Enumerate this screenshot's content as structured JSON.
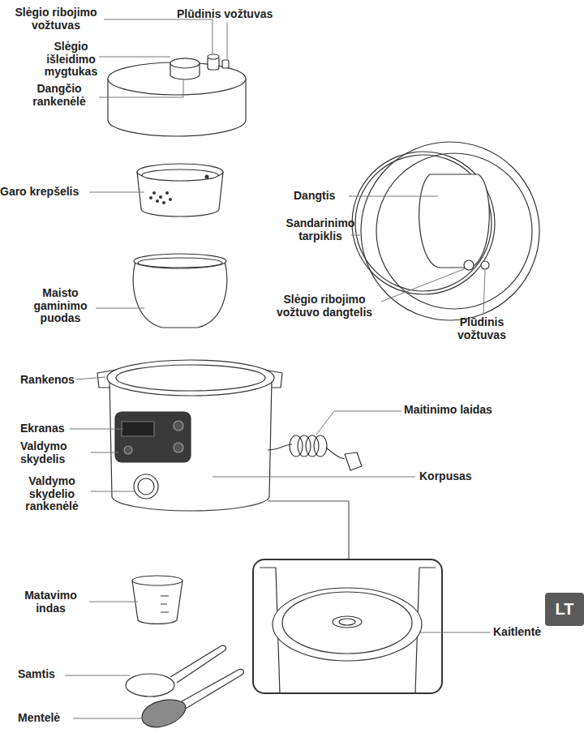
{
  "diagram": {
    "nodes": [
      {
        "text": [
          "LT"
        ]
      }
    ],
    "labels": [
      "Slėgio ribojimo vožtuvas",
      "Plūdinis vožtuvas",
      "Slėgio išleidimo mygtukas",
      "Dangčio rankenėlė",
      "Garo krepšelis",
      "Dangtis",
      "Sandarinimo tarpiklis",
      "Maisto gaminimo puodas",
      "Slėgio ribojimo vožtuvo dangtelis",
      "Plūdinis vožtuvas",
      "Rankenos",
      "Maitinimo laidas",
      "Ekranas",
      "Valdymo skydelis",
      "Korpusas",
      "Valdymo skydelio rankenėlė",
      "Matavimo indas",
      "Kaitlentė",
      "Samtis",
      "Mentelė"
    ]
  }
}
